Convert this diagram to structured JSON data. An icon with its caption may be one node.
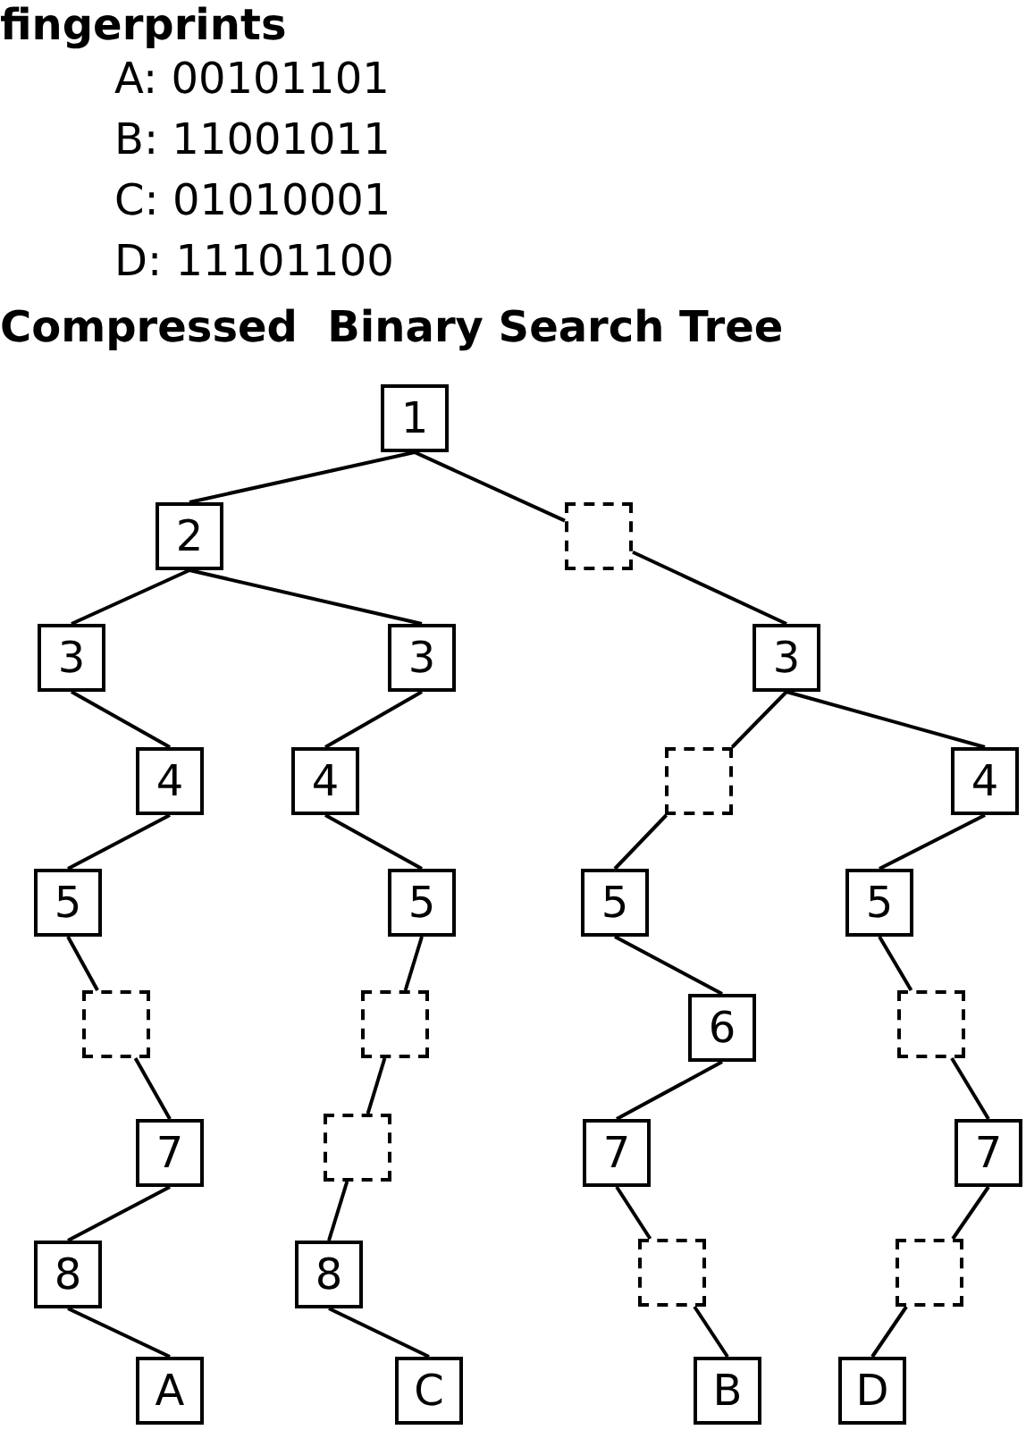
{
  "diagram": {
    "title": "Compressed  Binary Search Tree",
    "nodes": [
      {
        "text": [
          "1"
        ]
      },
      {
        "text": [
          "2"
        ]
      },
      {
        "text": [],
        "shape": "box"
      },
      {
        "text": [
          "3"
        ]
      },
      {
        "text": [
          "3"
        ]
      },
      {
        "text": [
          "3"
        ]
      },
      {
        "text": [
          "4"
        ]
      },
      {
        "text": [
          "4"
        ]
      },
      {
        "text": [],
        "shape": "box"
      },
      {
        "text": [
          "4"
        ]
      },
      {
        "text": [
          "5"
        ]
      },
      {
        "text": [
          "5"
        ]
      },
      {
        "text": [
          "5"
        ]
      },
      {
        "text": [
          "5"
        ]
      },
      {
        "text": [],
        "shape": "box"
      },
      {
        "text": [],
        "shape": "box"
      },
      {
        "text": [
          "6"
        ]
      },
      {
        "text": [],
        "shape": "box"
      },
      {
        "text": [],
        "shape": "box"
      },
      {
        "text": [
          "7"
        ]
      },
      {
        "text": [
          "7"
        ]
      },
      {
        "text": [
          "7"
        ]
      },
      {
        "text": [
          "8"
        ]
      },
      {
        "text": [
          "8"
        ]
      },
      {
        "text": [],
        "shape": "box"
      },
      {
        "text": [],
        "shape": "box"
      },
      {
        "text": [
          "A"
        ]
      },
      {
        "text": [
          "C"
        ]
      },
      {
        "text": [
          "B"
        ]
      },
      {
        "text": [
          "D"
        ]
      }
    ],
    "edges": [
      {
        "from": 0,
        "to": 1,
        "arrow": "none"
      },
      {
        "from": 0,
        "to": 2,
        "arrow": "none"
      },
      {
        "from": 2,
        "to": 5,
        "arrow": "none"
      },
      {
        "from": 1,
        "to": 3,
        "arrow": "none"
      },
      {
        "from": 1,
        "to": 4,
        "arrow": "none"
      },
      {
        "from": 3,
        "to": 6,
        "arrow": "none"
      },
      {
        "from": 4,
        "to": 7,
        "arrow": "none"
      },
      {
        "from": 5,
        "to": 8,
        "arrow": "none"
      },
      {
        "from": 5,
        "to": 9,
        "arrow": "none"
      },
      {
        "from": 6,
        "to": 10,
        "arrow": "none"
      },
      {
        "from": 7,
        "to": 11,
        "arrow": "none"
      },
      {
        "from": 8,
        "to": 12,
        "arrow": "none"
      },
      {
        "from": 9,
        "to": 13,
        "arrow": "none"
      },
      {
        "from": 10,
        "to": 14,
        "arrow": "none"
      },
      {
        "from": 14,
        "to": 19,
        "arrow": "none"
      },
      {
        "from": 11,
        "to": 15,
        "arrow": "none"
      },
      {
        "from": 15,
        "to": 18,
        "arrow": "none"
      },
      {
        "from": 18,
        "to": 23,
        "arrow": "none"
      },
      {
        "from": 12,
        "to": 16,
        "arrow": "none"
      },
      {
        "from": 16,
        "to": 20,
        "arrow": "none"
      },
      {
        "from": 13,
        "to": 17,
        "arrow": "none"
      },
      {
        "from": 17,
        "to": 21,
        "arrow": "none"
      },
      {
        "from": 19,
        "to": 22,
        "arrow": "none"
      },
      {
        "from": 22,
        "to": 26,
        "arrow": "none"
      },
      {
        "from": 23,
        "to": 27,
        "arrow": "none"
      },
      {
        "from": 20,
        "to": 24,
        "arrow": "none"
      },
      {
        "from": 24,
        "to": 28,
        "arrow": "none"
      },
      {
        "from": 21,
        "to": 25,
        "arrow": "none"
      },
      {
        "from": 25,
        "to": 29,
        "arrow": "none"
      }
    ],
    "labels": [
      "fingerprints",
      "A: 00101101",
      "B: 11001011",
      "C: 01010001",
      "D: 11101100"
    ]
  }
}
